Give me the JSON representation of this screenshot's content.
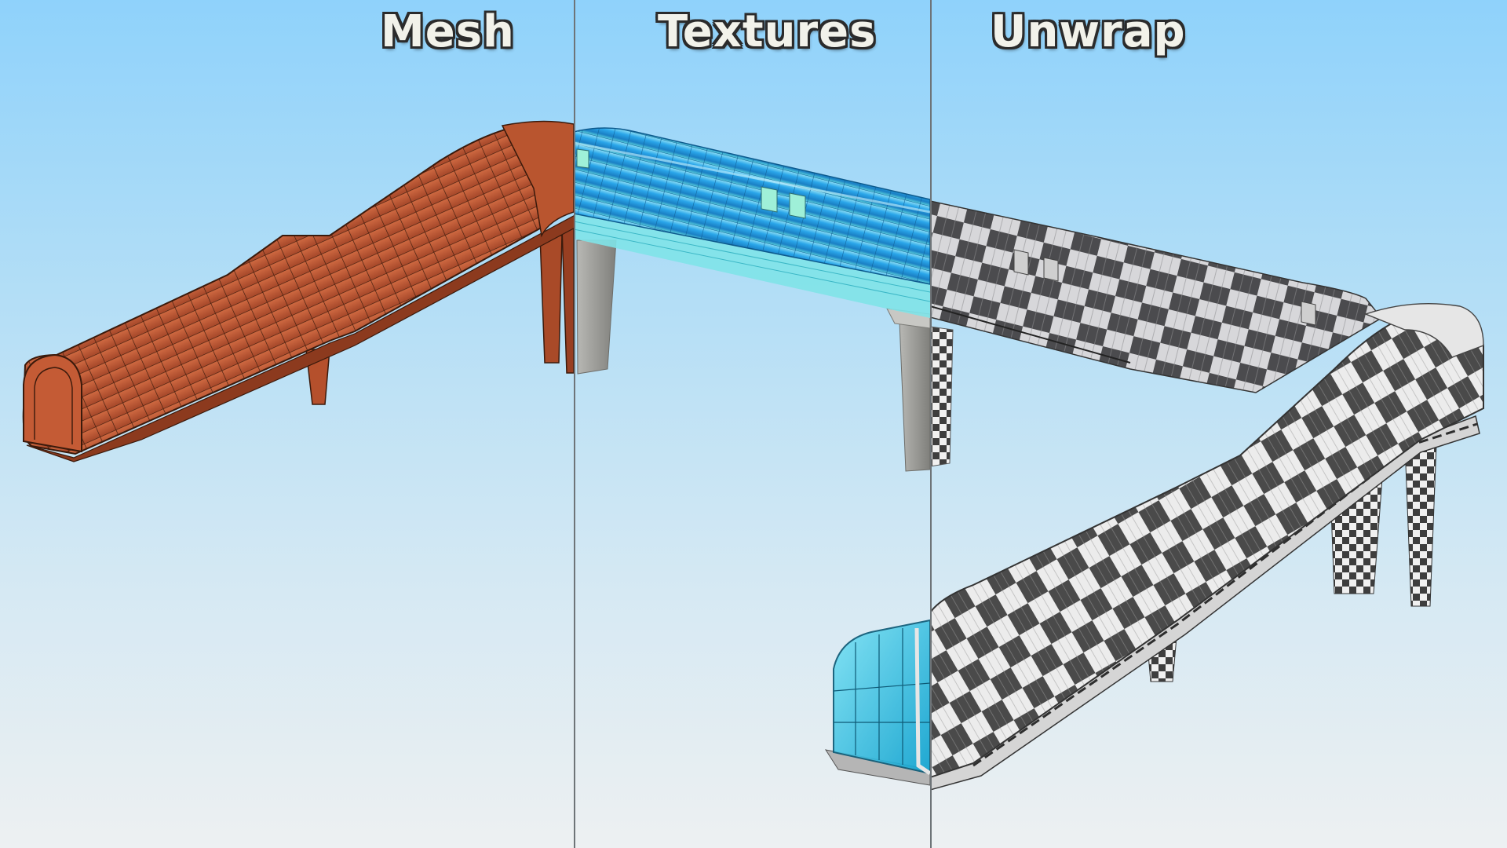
{
  "panels": {
    "mesh": {
      "label": "Mesh"
    },
    "textures": {
      "label": "Textures"
    },
    "unwrap": {
      "label": "Unwrap"
    }
  },
  "colors": {
    "sky_top": "#8fd2fb",
    "sky_bottom": "#edf0f2",
    "mesh": "#b8532e",
    "mesh_wire": "#3a1a0c",
    "glass": "#2a9fe0",
    "glass_light": "#6fd3e6",
    "concrete": "#9a9a96",
    "checker_dark": "#4a4a4a",
    "checker_light": "#e8e8e8",
    "divider": "#6e7478"
  }
}
